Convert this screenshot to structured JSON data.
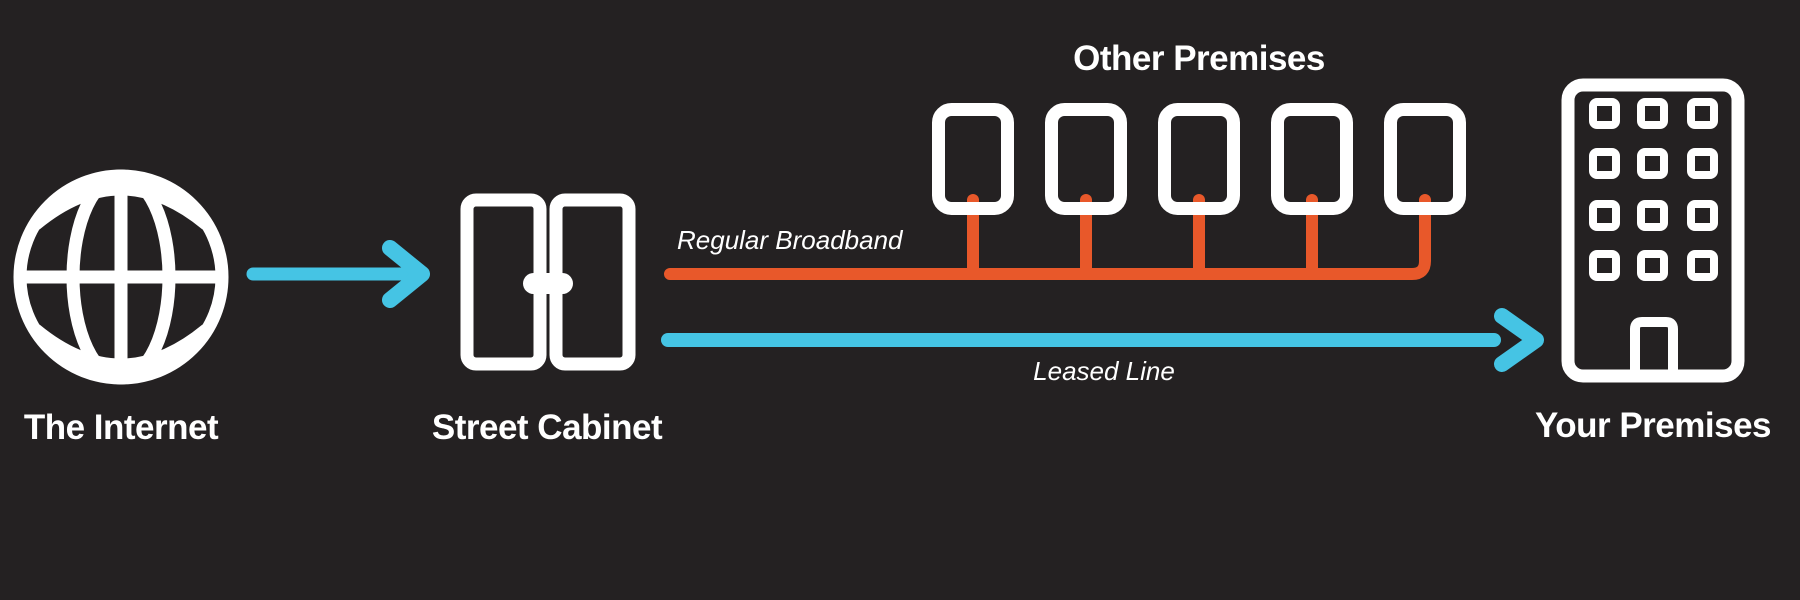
{
  "diagram": {
    "type": "network-connectivity-diagram",
    "theme": "dark"
  },
  "colors": {
    "background": "#242122",
    "icons_and_text": "#ffffff",
    "broadband_line": "#e8582a",
    "leased_line": "#45c4e4"
  },
  "nodes": {
    "internet": {
      "label": "The Internet",
      "icon": "globe-icon"
    },
    "street_cabinet": {
      "label": "Street Cabinet",
      "icon": "cabinet-double-door-icon"
    },
    "other_premises": {
      "label": "Other Premises",
      "icon": "premises-box-icon",
      "count": 5
    },
    "your_premises": {
      "label": "Your Premises",
      "icon": "office-building-icon"
    }
  },
  "connections": [
    {
      "id": "internet-to-cabinet",
      "from": "internet",
      "to": "street_cabinet",
      "style": "arrow",
      "color_key": "leased_line",
      "label": ""
    },
    {
      "id": "regular-broadband",
      "from": "street_cabinet",
      "to": "other_premises",
      "style": "bus",
      "color_key": "broadband_line",
      "label": "Regular Broadband"
    },
    {
      "id": "leased-line",
      "from": "street_cabinet",
      "to": "your_premises",
      "style": "arrow",
      "color_key": "leased_line",
      "label": "Leased Line"
    }
  ]
}
